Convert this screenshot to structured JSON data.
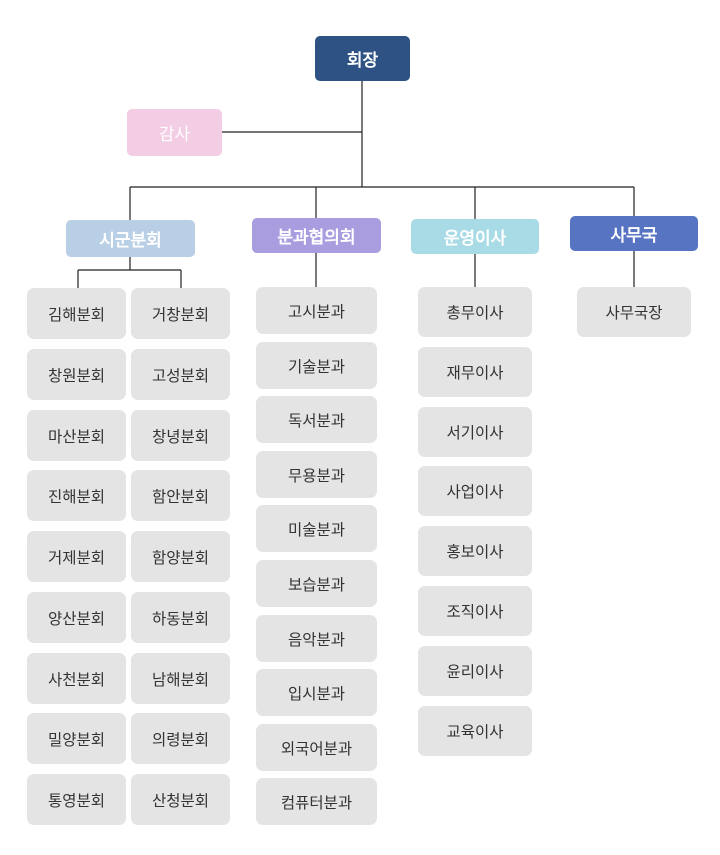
{
  "top": {
    "president": "회장",
    "auditor": "감사"
  },
  "colors": {
    "president": "#2d5283",
    "auditor": "#f2cde3",
    "sigun": "#b9cfe6",
    "bungwa": "#a99de0",
    "unyeong": "#a8dbe5",
    "samuguk": "#5674c2",
    "leaf": "#e4e4e4",
    "line": "#222222"
  },
  "headers": {
    "sigun": "시군분회",
    "bungwa": "분과협의회",
    "unyeong": "운영이사",
    "samuguk": "사무국"
  },
  "sigun_left": [
    "김해분회",
    "창원분회",
    "마산분회",
    "진해분회",
    "거제분회",
    "양산분회",
    "사천분회",
    "밀양분회",
    "통영분회"
  ],
  "sigun_right": [
    "거창분회",
    "고성분회",
    "창녕분회",
    "함안분회",
    "함양분회",
    "하동분회",
    "남해분회",
    "의령분회",
    "산청분회"
  ],
  "bungwa_items": [
    "고시분과",
    "기술분과",
    "독서분과",
    "무용분과",
    "미술분과",
    "보습분과",
    "음악분과",
    "입시분과",
    "외국어분과",
    "컴퓨터분과"
  ],
  "unyeong_items": [
    "총무이사",
    "재무이사",
    "서기이사",
    "사업이사",
    "홍보이사",
    "조직이사",
    "윤리이사",
    "교육이사"
  ],
  "samuguk_items": [
    "사무국장"
  ]
}
